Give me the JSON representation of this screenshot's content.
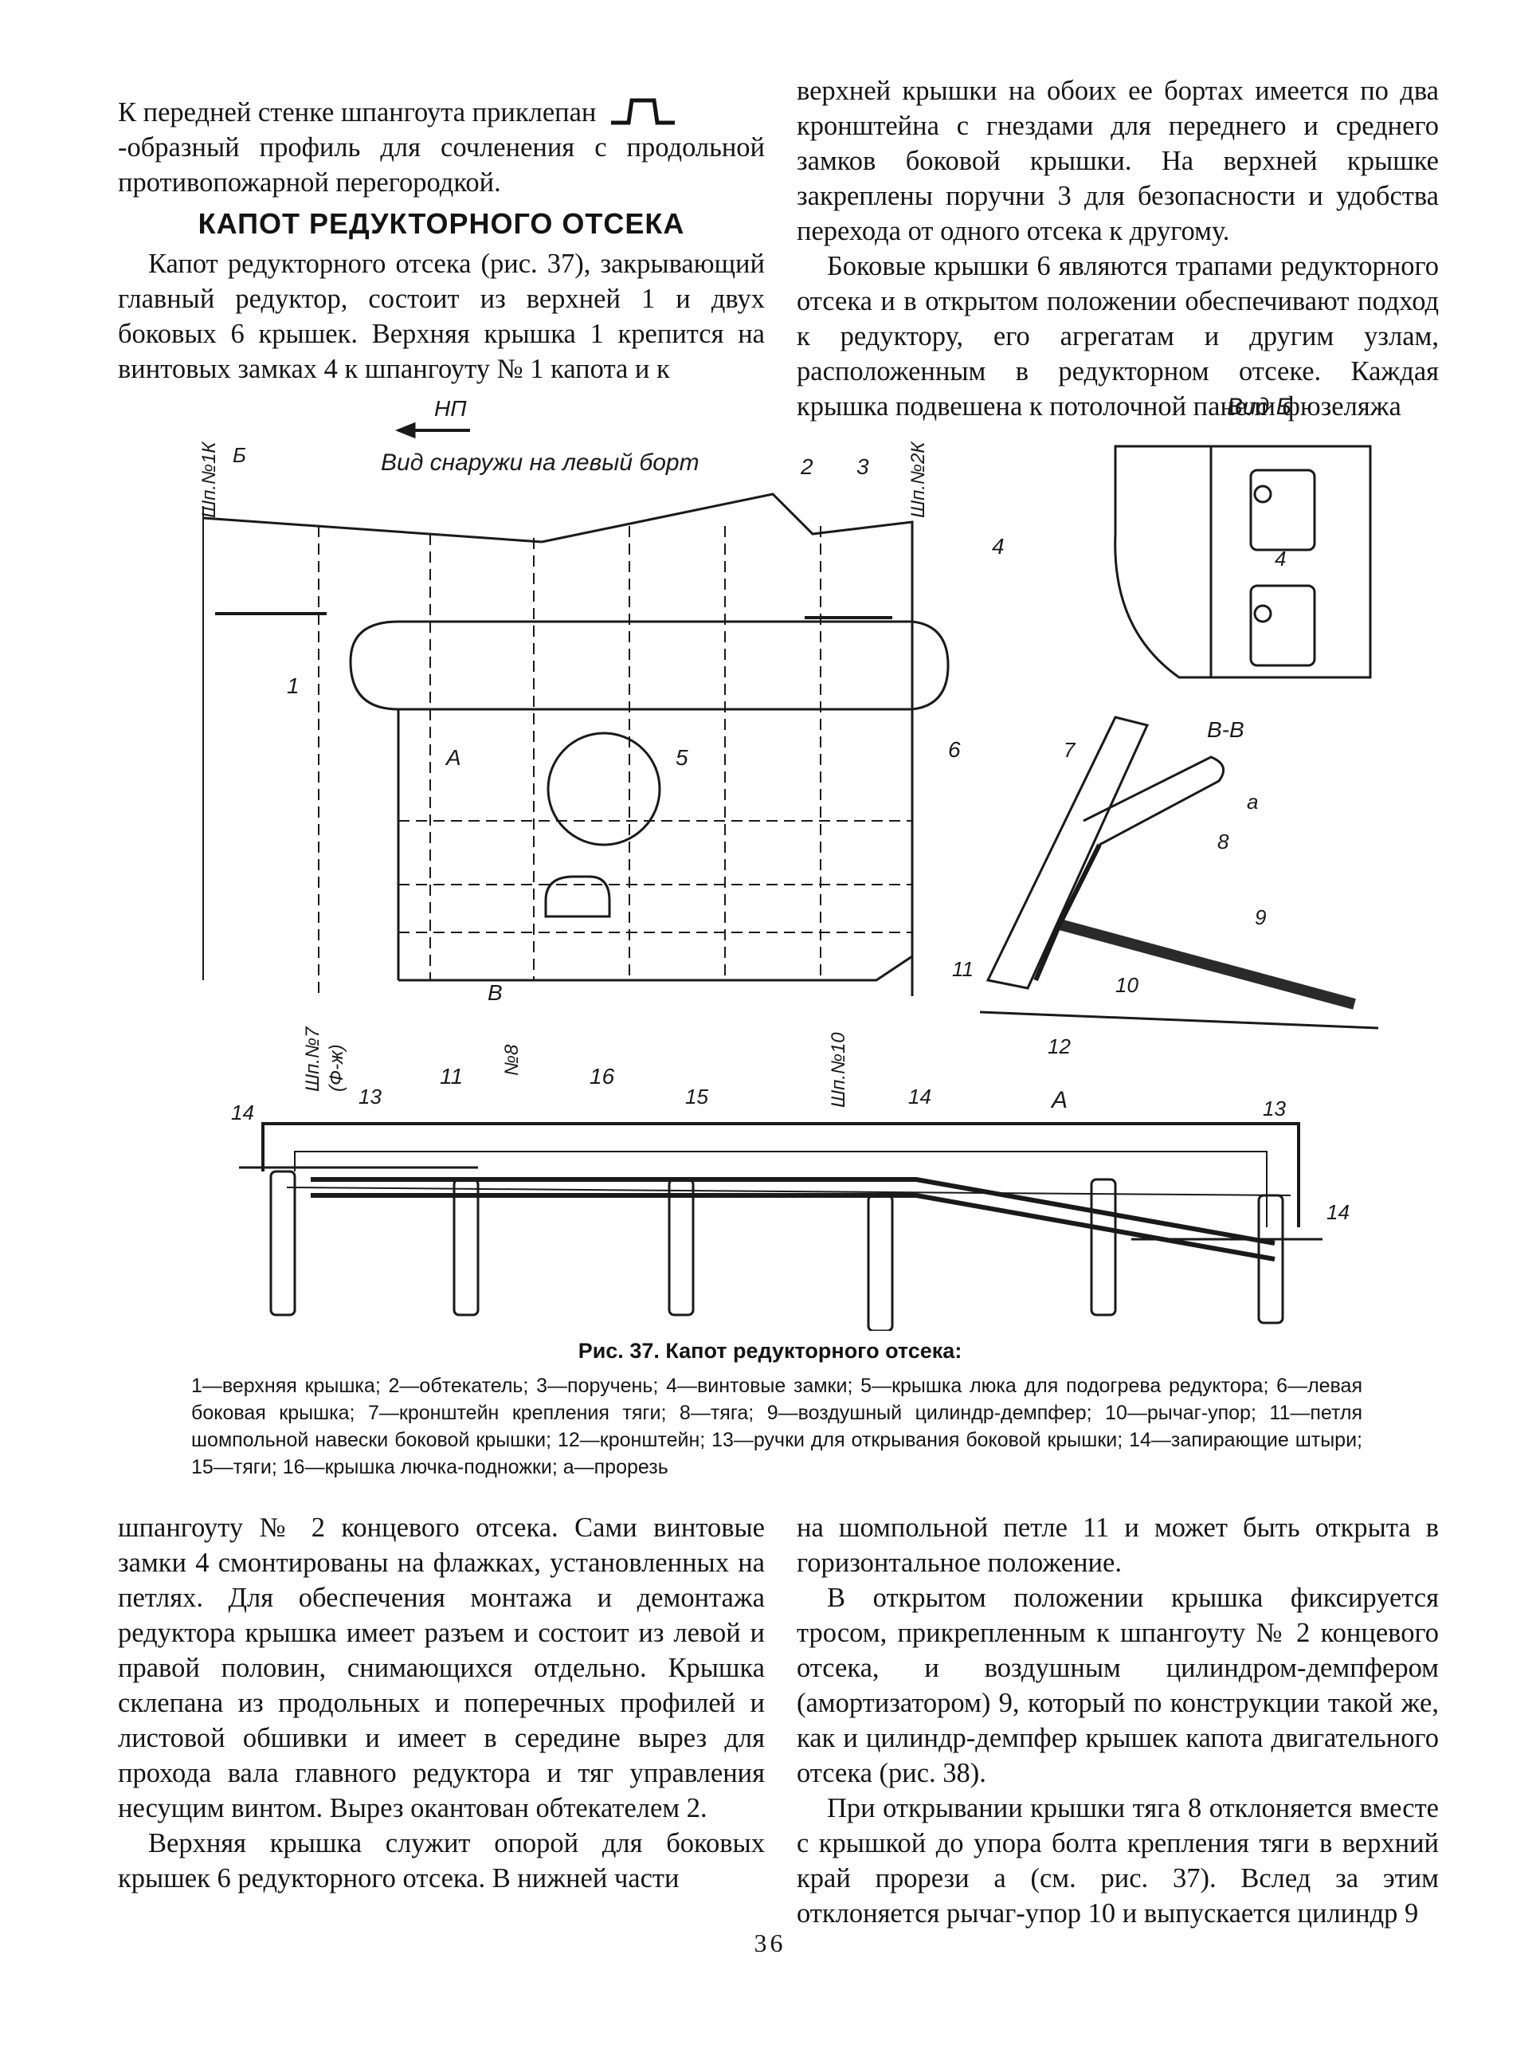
{
  "page": {
    "number": "36"
  },
  "col1": {
    "p1_text": "К передней стенке шпангоута приклепан",
    "p1_cont": "-образный профиль для сочленения с продольной противопожарной перегородкой.",
    "heading": "КАПОТ РЕДУКТОРНОГО ОТСЕКА",
    "p2": "Капот редукторного отсека (рис. 37), закрывающий главный редуктор, состоит из верхней 1 и двух боковых 6 крышек. Верхняя крышка 1 крепится на винтовых замках 4 к шпангоуту № 1 капота и к"
  },
  "col2": {
    "p1": "верхней крышки на обоих ее бортах имеется по два кронштейна с гнездами для переднего и среднего замков боковой крышки. На верхней крышке закреплены поручни 3 для безопасности и удобства перехода от одного отсека к другому.",
    "p2": "Боковые крышки 6 являются трапами редукторного отсека и в открытом положении обеспечивают подход к редуктору, его агрегатам и другим узлам, расположенным в редукторном отсеке. Каждая крышка подвешена к потолочной панели фюзеляжа"
  },
  "figure": {
    "caption_title": "Рис. 37. Капот редукторного отсека:",
    "legend": "1—верхняя крышка; 2—обтекатель; 3—поручень; 4—винтовые замки; 5—крышка люка для подогрева редуктора; 6—левая боковая крышка; 7—кронштейн крепления тяги; 8—тяга; 9—воздушный цилиндр-демпфер; 10—рычаг-упор; 11—петля шомпольной навески боковой крышки; 12—кронштейн; 13—ручки для открывания боковой крышки; 14—запирающие штыри; 15—тяги; 16—крышка лючка-подножки; а—прорезь",
    "labels": {
      "np": "НП",
      "view_outside": "Вид снаружи на левый борт",
      "view_b": "Вид Б",
      "section_vv": "В-В",
      "view_a": "А",
      "b_letter": "Б",
      "v_letter": "В",
      "frame_1k": "Шп.№1К",
      "frame_2k": "Шп.№2К",
      "frame_7": "Шп.№7",
      "fuselage": "(Ф-ж)",
      "frame_8": "№8",
      "frame_10": "Шп.№10",
      "n1": "1",
      "n2": "2",
      "n3": "3",
      "n4": "4",
      "n5": "5",
      "n6": "6",
      "n7": "7",
      "n8": "8",
      "n9": "9",
      "n10": "10",
      "n11": "11",
      "n12": "12",
      "n13": "13",
      "n14": "14",
      "n15": "15",
      "n16": "16",
      "a": "а",
      "A": "А"
    }
  },
  "col3": {
    "p1": "шпангоуту № 2 концевого отсека. Сами винтовые замки 4 смонтированы на флажках, установленных на петлях. Для обеспечения монтажа и демонтажа редуктора крышка имеет разъем и состоит из левой и правой половин, снимающихся отдельно. Крышка склепана из продольных и поперечных профилей и листовой обшивки и имеет в середине вырез для прохода вала главного редуктора и тяг управления несущим винтом. Вырез окантован обтекателем 2.",
    "p2": "Верхняя крышка служит опорой для боковых крышек 6 редукторного отсека. В нижней части"
  },
  "col4": {
    "p1": "на шомпольной петле 11 и может быть открыта в горизонтальное положение.",
    "p2": "В открытом положении крышка фиксируется тросом, прикрепленным к шпангоуту № 2 концевого отсека, и воздушным цилиндром-демпфером (амортизатором) 9, который по конструкции такой же, как и цилиндр-демпфер крышек капота двигательного отсека (рис. 38).",
    "p3": "При открывании крышки тяга 8 отклоняется вместе с крышкой до упора болта крепления тяги в верхний край прорези а (см. рис. 37). Вслед за этим отклоняется рычаг-упор 10 и выпускается цилиндр 9"
  }
}
